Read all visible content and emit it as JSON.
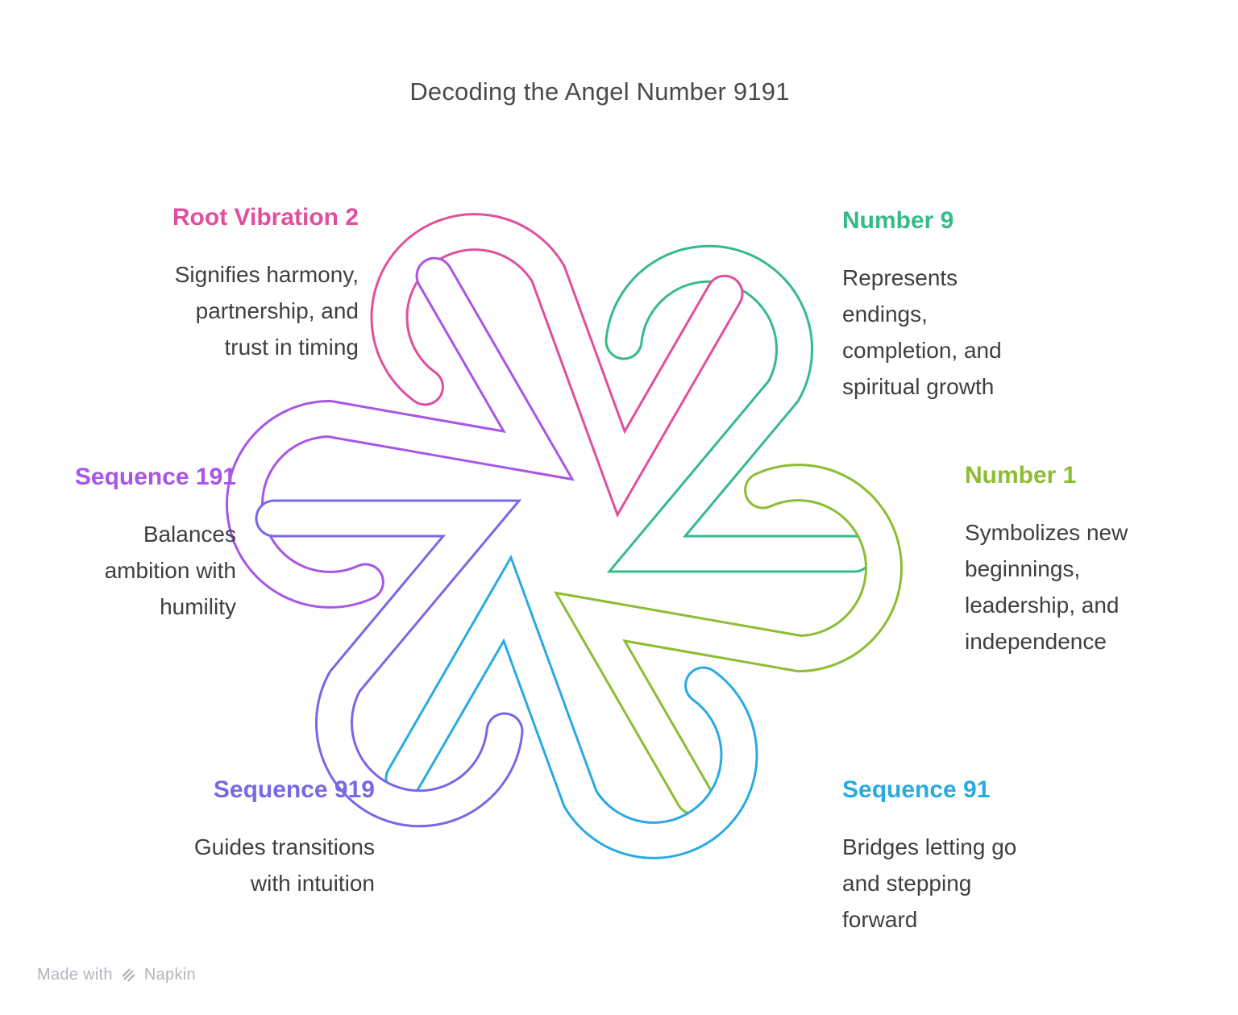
{
  "title": "Decoding the Angel Number 9191",
  "sections": [
    {
      "heading": "Root Vibration 2",
      "color": "#e04f9f",
      "lines": [
        "Signifies harmony,",
        "partnership, and",
        "trust in timing"
      ]
    },
    {
      "heading": "Number 9",
      "color": "#36bb88",
      "lines": [
        "Represents",
        "endings,",
        "completion, and",
        "spiritual growth"
      ]
    },
    {
      "heading": "Sequence 191",
      "color": "#a855e8",
      "lines": [
        "Balances",
        "ambition with",
        "humility"
      ]
    },
    {
      "heading": "Number 1",
      "color": "#8cbd32",
      "lines": [
        "Symbolizes new",
        "beginnings,",
        "leadership, and",
        "independence"
      ]
    },
    {
      "heading": "Sequence 919",
      "color": "#7668e8",
      "lines": [
        "Guides transitions",
        "with intuition"
      ]
    },
    {
      "heading": "Sequence 91",
      "color": "#2aaae2",
      "lines": [
        "Bridges letting go",
        "and stepping",
        "forward"
      ]
    }
  ],
  "knot": {
    "loops": [
      {
        "name": "number-9",
        "color": "#36bb88"
      },
      {
        "name": "number-1",
        "color": "#8cbd32"
      },
      {
        "name": "sequence-91",
        "color": "#2aaae2"
      },
      {
        "name": "root-vibration-2",
        "color": "#e04f9f"
      },
      {
        "name": "sequence-191",
        "color": "#a855e8"
      },
      {
        "name": "sequence-919",
        "color": "#7668e8"
      }
    ]
  },
  "footer": {
    "made_with": "Made with",
    "brand": "Napkin"
  },
  "text_colors": {
    "title": "#4a4a4a",
    "body": "#3f3f3f",
    "footer": "#b4b4bc"
  }
}
